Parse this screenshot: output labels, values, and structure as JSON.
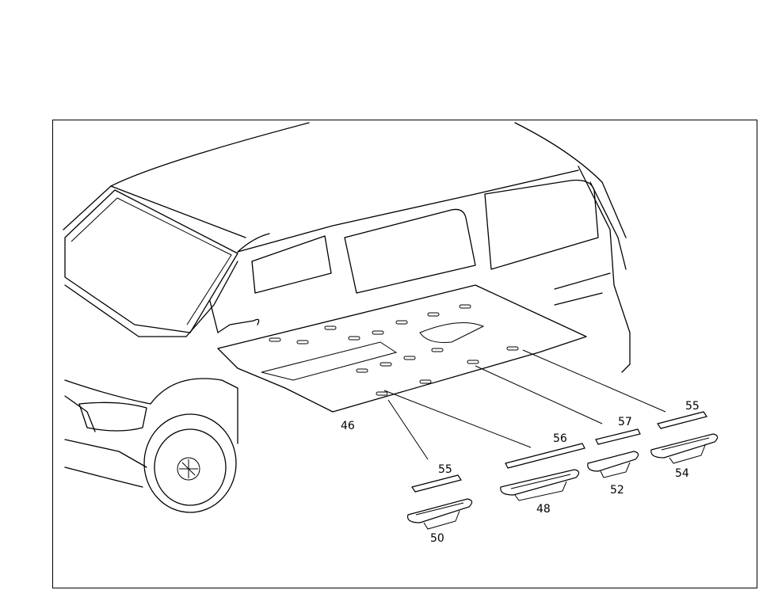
{
  "diagram": {
    "parts": [
      {
        "number": "46"
      },
      {
        "number": "48"
      },
      {
        "number": "50"
      },
      {
        "number": "52"
      },
      {
        "number": "54"
      },
      {
        "number": "55"
      },
      {
        "number": "55"
      },
      {
        "number": "56"
      },
      {
        "number": "57"
      }
    ]
  }
}
